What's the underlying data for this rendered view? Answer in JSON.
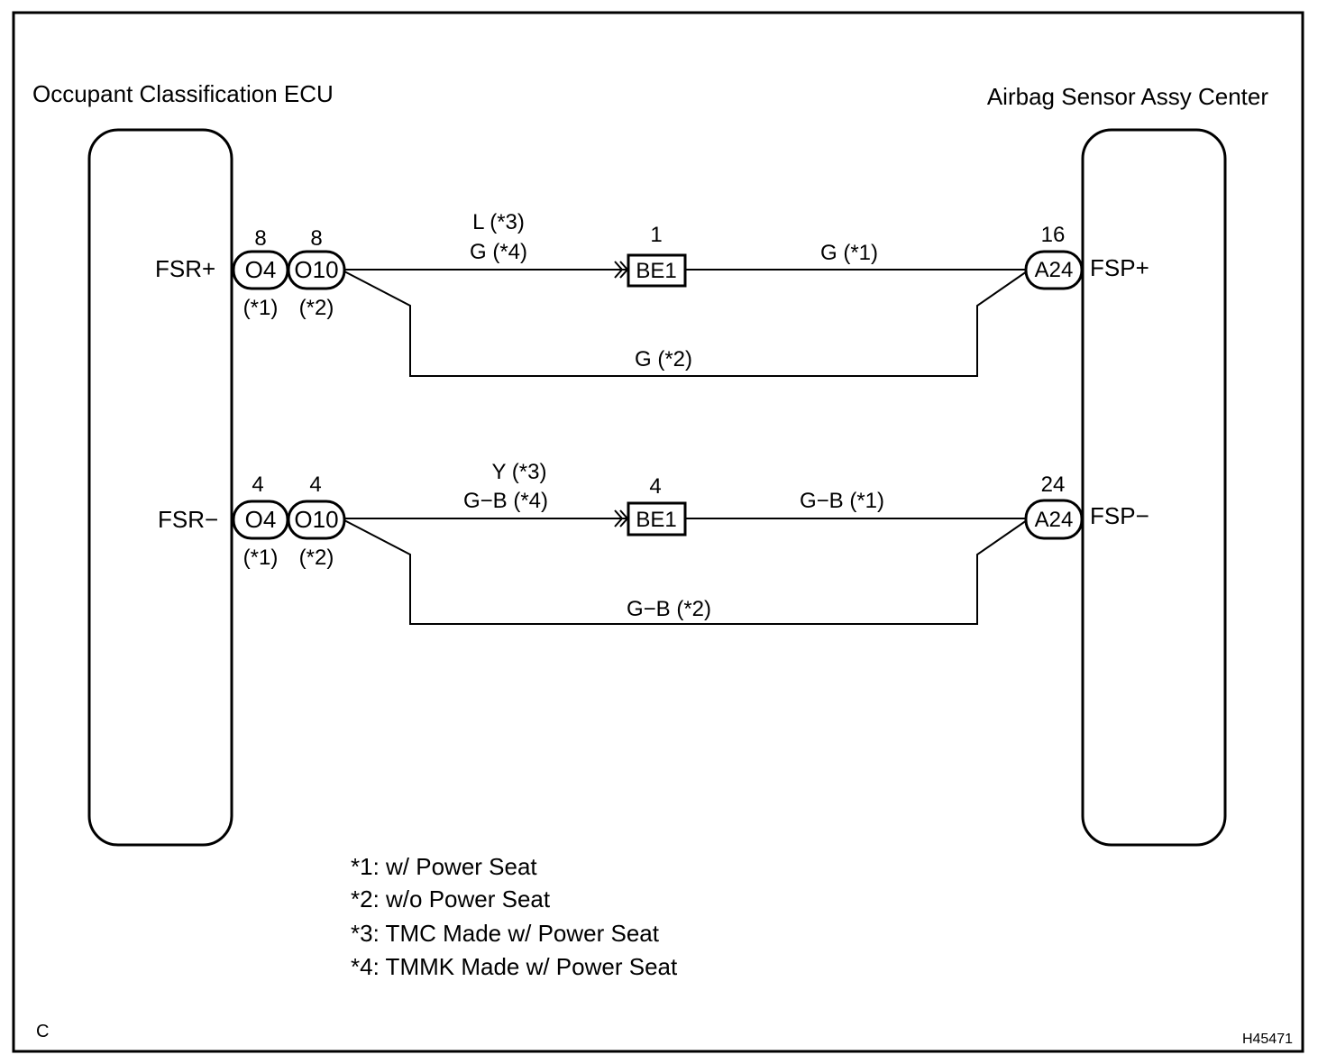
{
  "figure_code": "C",
  "figure_id": "H45471",
  "ecu_left": {
    "title": "Occupant Classification ECU"
  },
  "ecu_right": {
    "title": "Airbag Sensor Assy Center"
  },
  "circuits": {
    "top": {
      "left_terminal": "FSR+",
      "right_terminal": "FSP+",
      "connectors": {
        "c1": {
          "pin": "8",
          "name": "O4",
          "note": "(*1)"
        },
        "c2": {
          "pin": "8",
          "name": "O10",
          "note": "(*2)"
        },
        "junction": {
          "pin": "1",
          "name": "BE1"
        },
        "right": {
          "pin": "16",
          "name": "A24"
        }
      },
      "wires": {
        "a_line1": "L (*3)",
        "a_line2": "G (*4)",
        "b": "G (*1)",
        "bypass": "G (*2)"
      }
    },
    "bottom": {
      "left_terminal": "FSR−",
      "right_terminal": "FSP−",
      "connectors": {
        "c1": {
          "pin": "4",
          "name": "O4",
          "note": "(*1)"
        },
        "c2": {
          "pin": "4",
          "name": "O10",
          "note": "(*2)"
        },
        "junction": {
          "pin": "4",
          "name": "BE1"
        },
        "right": {
          "pin": "24",
          "name": "A24"
        }
      },
      "wires": {
        "a_line1": "Y (*3)",
        "a_line2": "G−B (*4)",
        "b": "G−B (*1)",
        "bypass": "G−B (*2)"
      }
    }
  },
  "legend": [
    "*1: w/ Power Seat",
    "*2: w/o Power Seat",
    "*3: TMC Made w/ Power Seat",
    "*4: TMMK Made w/ Power Seat"
  ]
}
